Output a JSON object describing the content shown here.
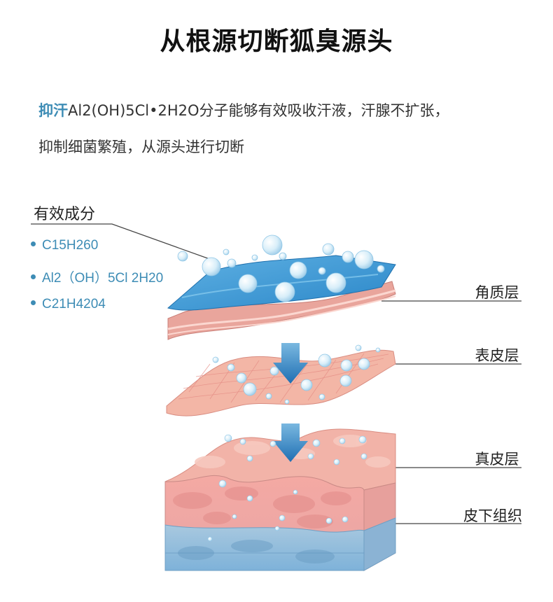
{
  "title": "从根源切断狐臭源头",
  "description": {
    "highlight": "抑汗",
    "line1_rest": "Al2(OH)5Cl•2H2O分子能够有效吸收汗液，汗腺不扩张，",
    "line2": "抑制细菌繁殖，从源头进行切断"
  },
  "ingredients": {
    "heading": "有效成分",
    "items": [
      "C15H260",
      "Al2（OH）5Cl 2H20",
      "C21H4204"
    ]
  },
  "layers": [
    "角质层",
    "表皮层",
    "真皮层",
    "皮下组织"
  ],
  "colors": {
    "accent": "#3d8cb5",
    "arrow": "#2f7fc0",
    "skin": "#f2b7ad",
    "bubble": "#cfe9f7"
  }
}
